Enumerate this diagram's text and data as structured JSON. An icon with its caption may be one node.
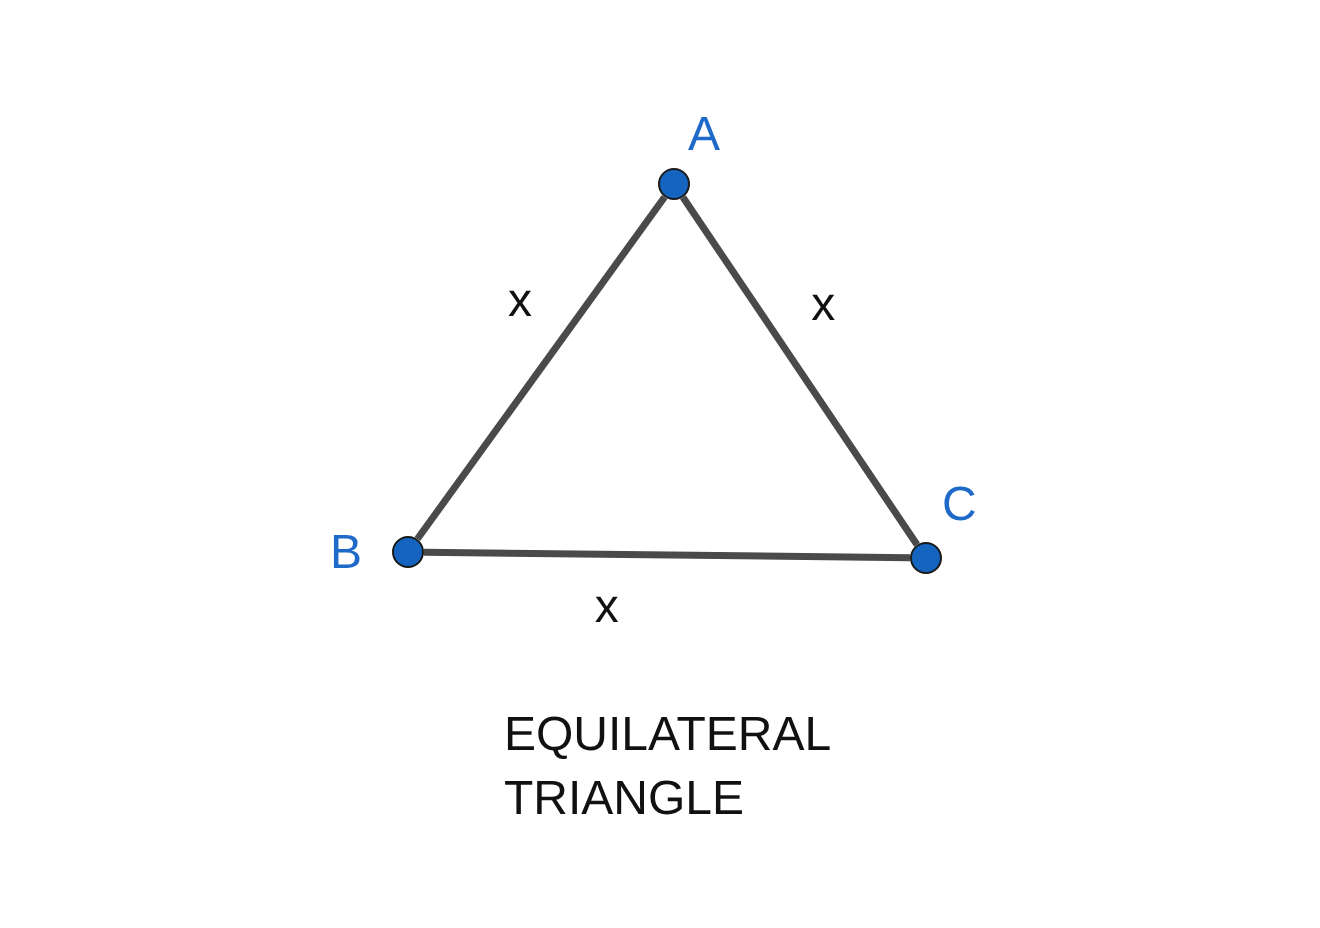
{
  "diagram": {
    "caption": "EQUILATERAL TRIANGLE",
    "nodes": [
      {
        "text": [],
        "shape": "circle",
        "beside": [
          "A"
        ]
      },
      {
        "text": [],
        "shape": "circle",
        "beside": [
          "B"
        ]
      },
      {
        "text": [],
        "shape": "circle",
        "beside": [
          "C"
        ]
      }
    ],
    "edges": [
      {
        "from": 0,
        "to": 1,
        "arrow": "none",
        "label": "x"
      },
      {
        "from": 0,
        "to": 2,
        "arrow": "none",
        "label": "x"
      },
      {
        "from": 1,
        "to": 2,
        "arrow": "none",
        "label": "x"
      }
    ]
  }
}
